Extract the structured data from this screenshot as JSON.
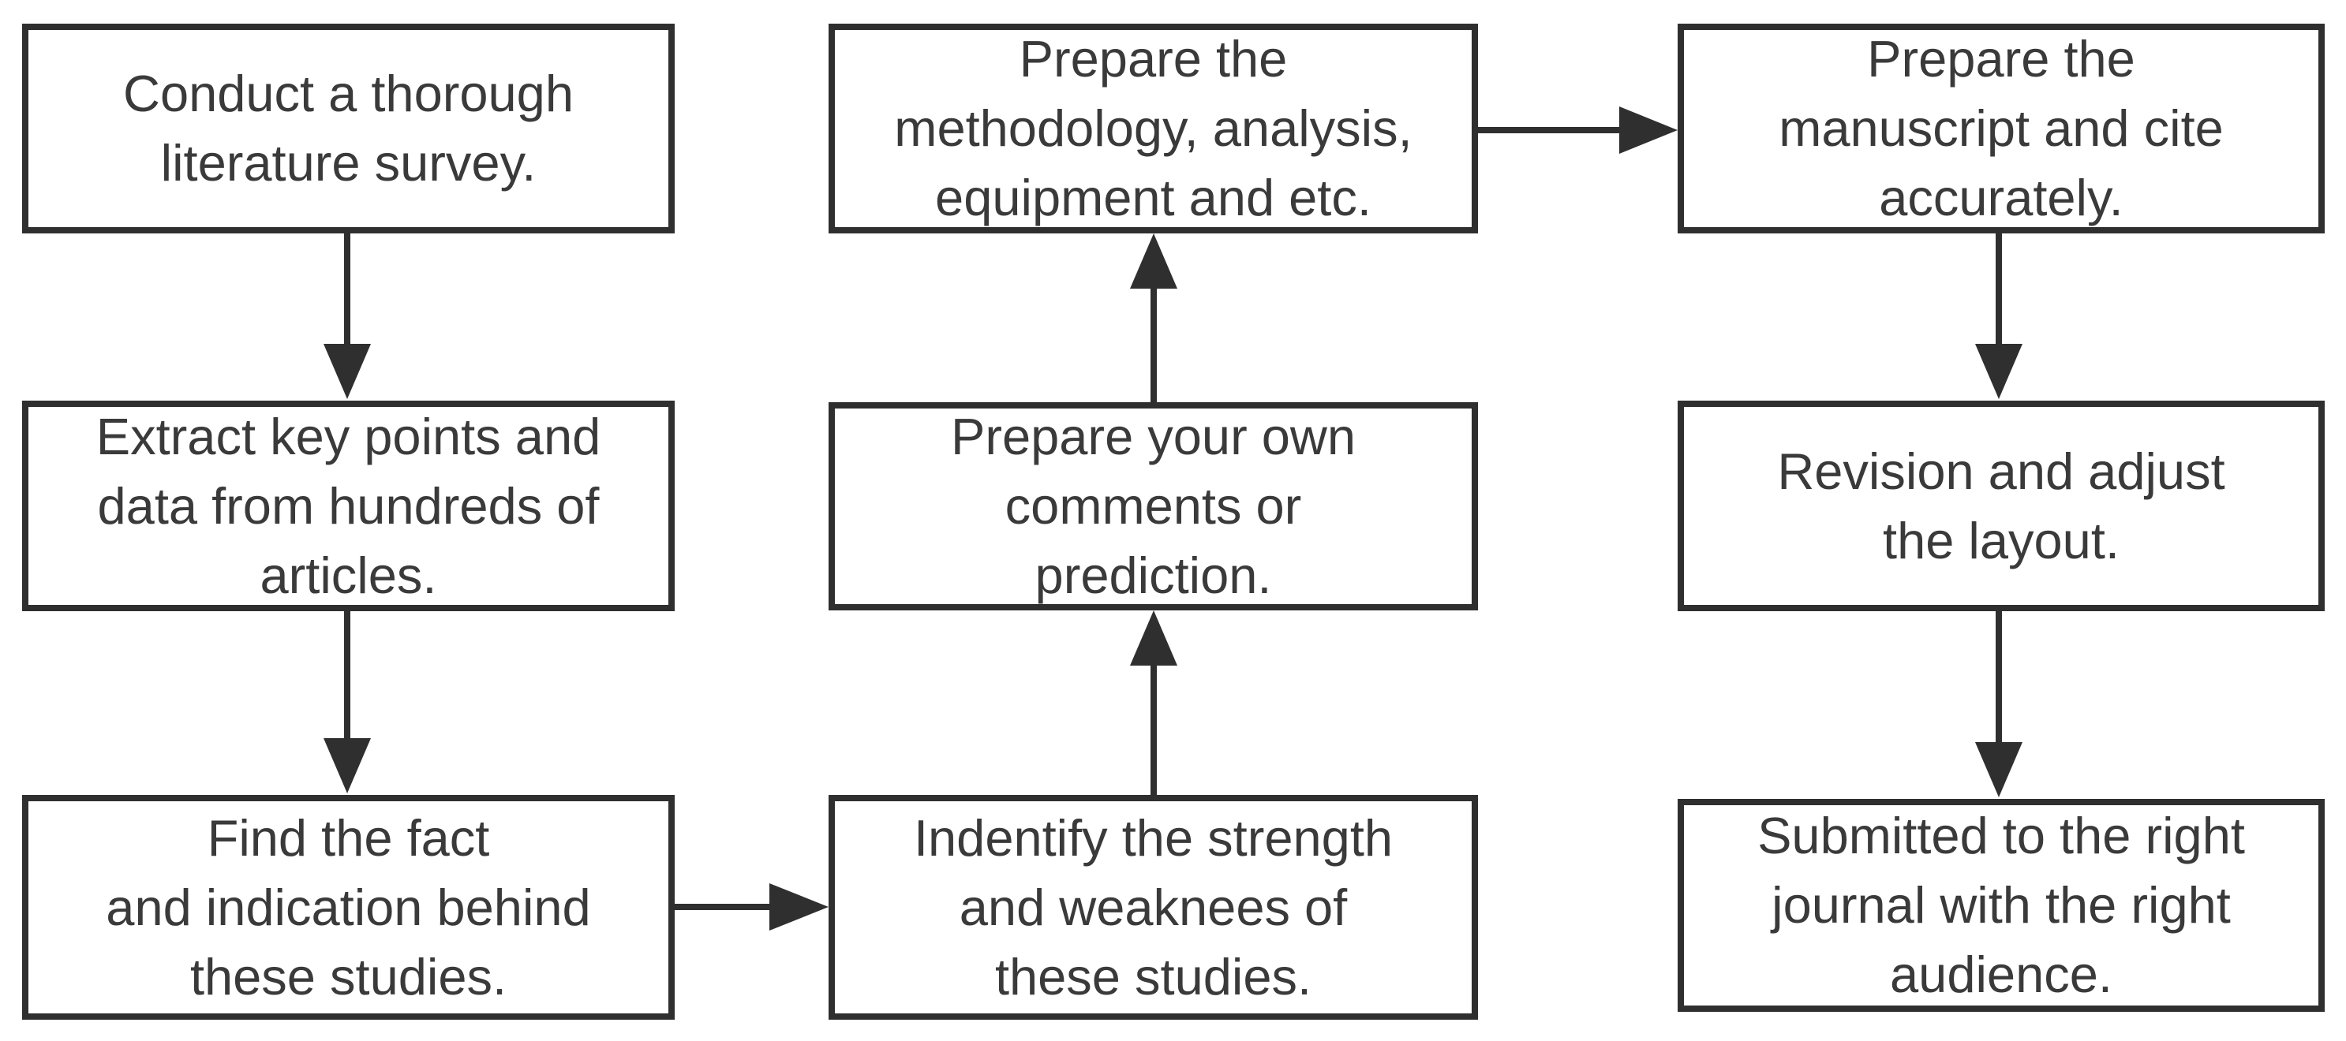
{
  "diagram": {
    "nodes": {
      "literature_survey": "Conduct a thorough\nliterature survey.",
      "extract_key_points": "Extract key points and\ndata from hundreds of\narticles.",
      "find_fact": "Find the fact\nand indication behind\nthese studies.",
      "identify_strength": "Indentify the strength\nand weaknees of\nthese studies.",
      "own_comments": "Prepare your own\ncomments or\nprediction.",
      "methodology": "Prepare the\nmethodology, analysis,\nequipment and etc.",
      "manuscript": "Prepare the\nmanuscript and cite\naccurately.",
      "revision": "Revision and adjust\nthe layout.",
      "submit": "Submitted to the right\njournal with the right\naudience."
    }
  }
}
